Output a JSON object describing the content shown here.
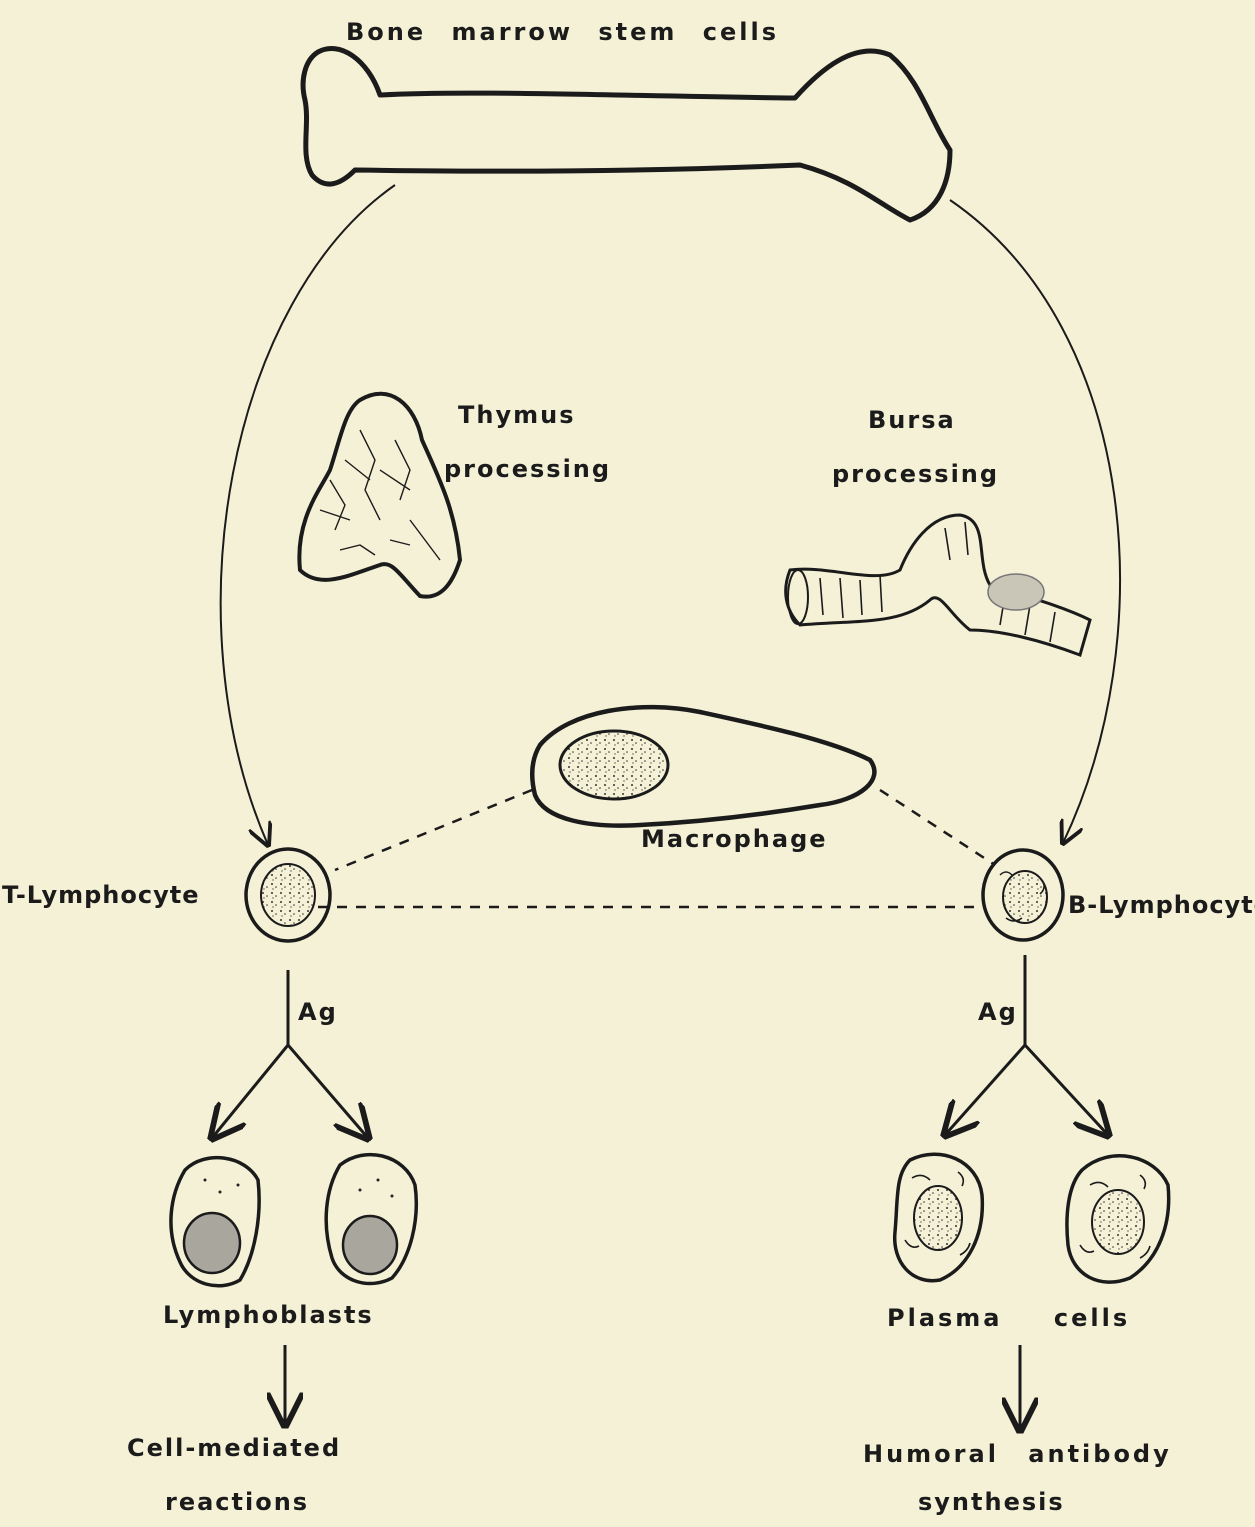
{
  "labels": {
    "bone_marrow": "Bone marrow stem cells",
    "thymus_1": "Thymus",
    "thymus_2": "processing",
    "bursa_1": "Bursa",
    "bursa_2": "processing",
    "macrophage": "Macrophage",
    "t_lymphocyte": "T-Lymphocyte",
    "b_lymphocyte": "B-Lymphocyte",
    "ag_left": "Ag",
    "ag_right": "Ag",
    "lymphoblasts": "Lymphoblasts",
    "plasma_cells": "Plasma cells",
    "cell_mediated_1": "Cell-mediated",
    "cell_mediated_2": "reactions",
    "humoral_1": "Humoral antibody",
    "humoral_2": "synthesis"
  }
}
